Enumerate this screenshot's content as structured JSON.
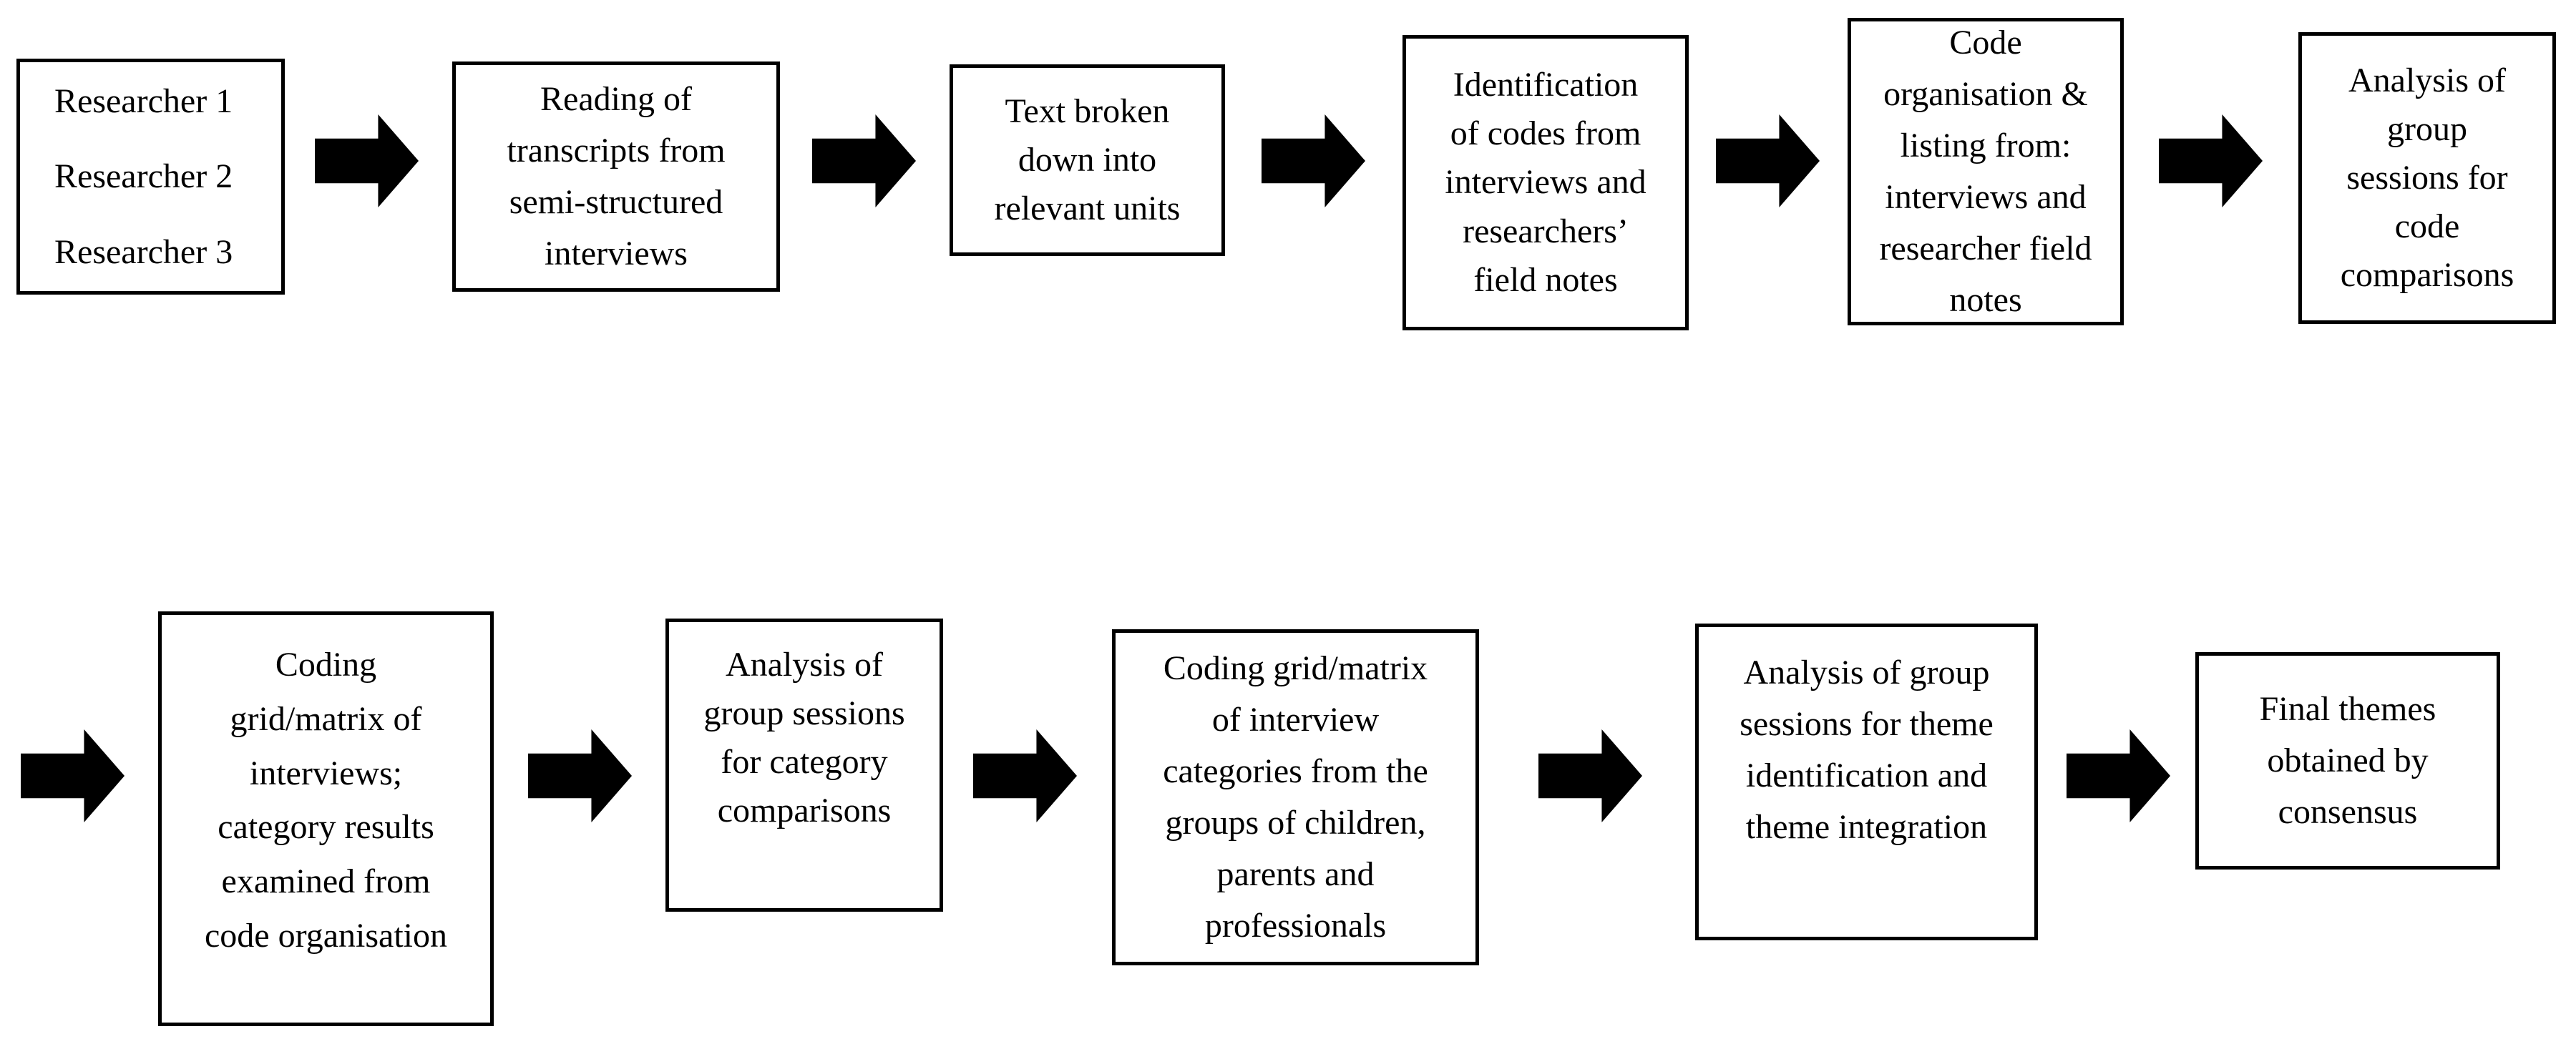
{
  "figure": {
    "title": "Qualitative analysis flowchart",
    "background_color": "#ffffff",
    "box_border_color": "#000000",
    "text_color": "#000000",
    "arrow_color": "#000000",
    "arrow_shadow_color": "#949494",
    "arrow_direction": "right",
    "steps": [
      {
        "id": "researchers",
        "text": "Researcher 1\nResearcher 2\nResearcher 3"
      },
      {
        "id": "reading-transcripts",
        "text": "Reading of\ntranscripts from\nsemi-structured\ninterviews"
      },
      {
        "id": "text-broken-down",
        "text": "Text broken\ndown into\nrelevant units"
      },
      {
        "id": "code-identification",
        "text": "Identification\nof codes from\ninterviews and\nresearchers’\nfield notes"
      },
      {
        "id": "code-organisation",
        "text": "Code\norganisation &\nlisting from:\ninterviews and\nresearcher field\nnotes"
      },
      {
        "id": "code-comparisons",
        "text": "Analysis  of\ngroup\nsessions for\ncode\ncomparisons"
      },
      {
        "id": "coding-grid-interviews",
        "text": "Coding\ngrid/matrix of\ninterviews;\ncategory results\nexamined from\ncode organisation"
      },
      {
        "id": "category-comparisons",
        "text": "Analysis of\ngroup sessions\nfor category\ncomparisons"
      },
      {
        "id": "coding-grid-categories",
        "text": "Coding grid/matrix\nof interview\ncategories from the\ngroups of children,\nparents and\nprofessionals"
      },
      {
        "id": "theme-identification",
        "text": "Analysis of group\nsessions for theme\nidentification and\ntheme integration"
      },
      {
        "id": "final-themes",
        "text": "Final themes\nobtained by\nconsensus"
      }
    ]
  }
}
